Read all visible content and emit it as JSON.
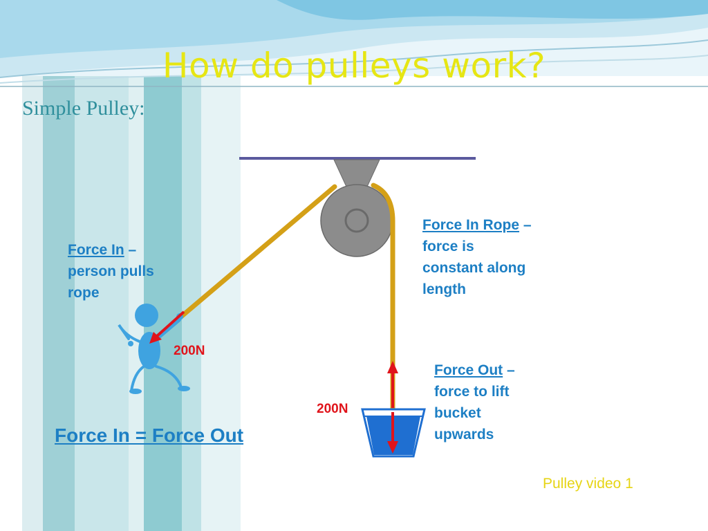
{
  "title": "How do pulleys work?",
  "subtitle": "Simple Pulley:",
  "labels": {
    "force_in": {
      "heading": "Force In",
      "dash": " –",
      "line1": "person pulls",
      "line2": "rope"
    },
    "force_in_rope": {
      "heading": "Force In Rope",
      "dash": " –",
      "line1": "force is",
      "line2": "constant along",
      "line3": "length"
    },
    "force_out": {
      "heading": "Force Out",
      "dash": " –",
      "line1": "force to lift",
      "line2": "bucket",
      "line3": "upwards"
    }
  },
  "forces": {
    "in_value": "200N",
    "out_value": "200N"
  },
  "equation": "Force In = Force Out",
  "video_link": "Pulley video 1",
  "colors": {
    "title": "#e6e614",
    "subtitle": "#2f8f9c",
    "label_blue": "#1d7fc4",
    "force_red": "#e0141b",
    "rope": "#d4a017",
    "pulley": "#8c8c8c",
    "support": "#5b5a9e",
    "water": "#1f6fd1",
    "link": "#e6d414"
  }
}
